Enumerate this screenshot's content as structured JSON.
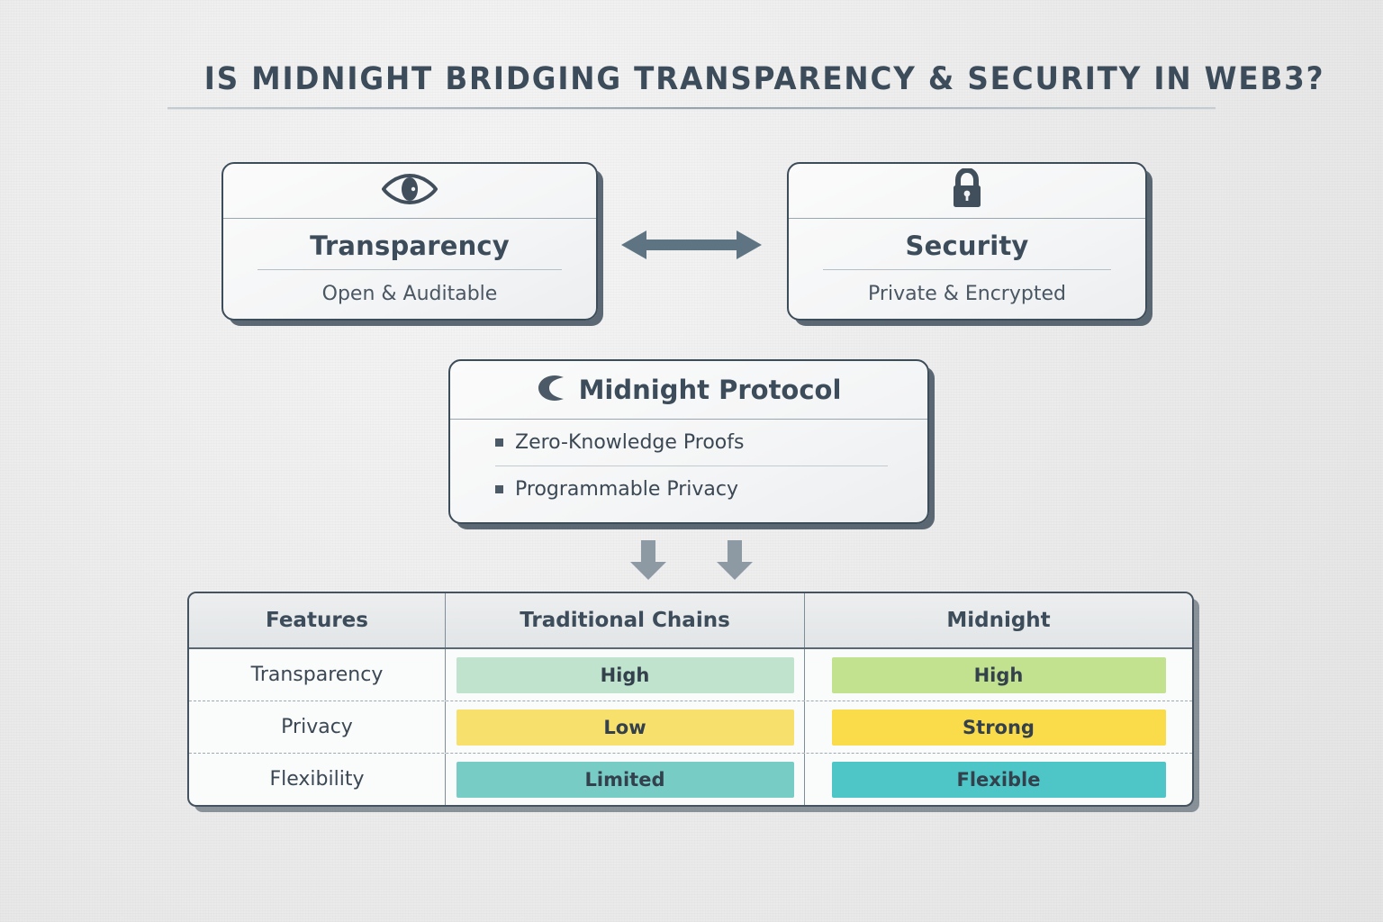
{
  "page": {
    "title": "IS MIDNIGHT BRIDGING TRANSPARENCY & SECURITY IN WEB3?",
    "background_color": "#eeeeee",
    "ink_color": "#3d4c5a"
  },
  "concept_cards": [
    {
      "icon": "eye-icon",
      "title": "Transparency",
      "subtitle": "Open & Auditable"
    },
    {
      "icon": "lock-icon",
      "title": "Security",
      "subtitle": "Private & Encrypted"
    }
  ],
  "connector": {
    "horizontal_arrow": "double-headed-arrow-icon",
    "horizontal_arrow_color": "#5f7482",
    "down_arrows": [
      "arrow-down-icon",
      "arrow-down-icon"
    ],
    "down_arrow_color": "#8d9aa3"
  },
  "midnight_card": {
    "icon": "crescent-moon-icon",
    "title": "Midnight Protocol",
    "bullets": [
      "Zero-Knowledge Proofs",
      "Programmable Privacy"
    ]
  },
  "comparison_table": {
    "columns": [
      "Features",
      "Traditional Chains",
      "Midnight"
    ],
    "rows": [
      {
        "feature": "Transparency",
        "traditional": {
          "label": "High",
          "color": "#bfe3cd"
        },
        "midnight": {
          "label": "High",
          "color": "#c2e290"
        }
      },
      {
        "feature": "Privacy",
        "traditional": {
          "label": "Low",
          "color": "#f7e06b"
        },
        "midnight": {
          "label": "Strong",
          "color": "#fadb4a"
        }
      },
      {
        "feature": "Flexibility",
        "traditional": {
          "label": "Limited",
          "color": "#78ccc6"
        },
        "midnight": {
          "label": "Flexible",
          "color": "#4ec6c8"
        }
      }
    ]
  }
}
